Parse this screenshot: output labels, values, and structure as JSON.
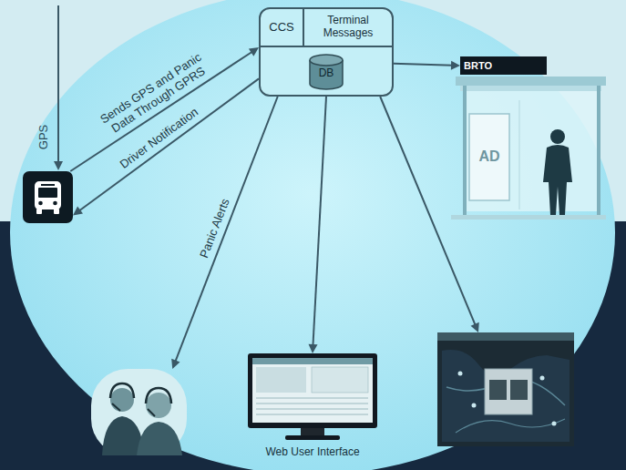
{
  "diagram": {
    "nodes": [
      {
        "text": [
          "CCS",
          "Terminal Messages"
        ]
      },
      {
        "text": [
          "DB"
        ],
        "in": 0
      },
      {
        "text": []
      },
      {
        "text": [
          "BRTO"
        ]
      },
      {
        "text": []
      },
      {
        "text": [
          "Web User Interface"
        ]
      },
      {
        "text": []
      }
    ],
    "edges": [
      {
        "from": 2,
        "to": 0,
        "label": "Sends GPS and Panic Data Through GPRS",
        "arrow": "to"
      },
      {
        "from": 0,
        "to": 2,
        "label": "Driver Notification",
        "arrow": "to"
      },
      {
        "from": 0,
        "to": 3,
        "arrow": "to"
      },
      {
        "from": 0,
        "to": 4,
        "label": "Panic Alerts",
        "arrow": "to"
      },
      {
        "from": 0,
        "to": 5,
        "arrow": "to"
      },
      {
        "from": 0,
        "to": 6,
        "arrow": "to"
      }
    ],
    "labels": [
      "GPS",
      "AD"
    ]
  }
}
